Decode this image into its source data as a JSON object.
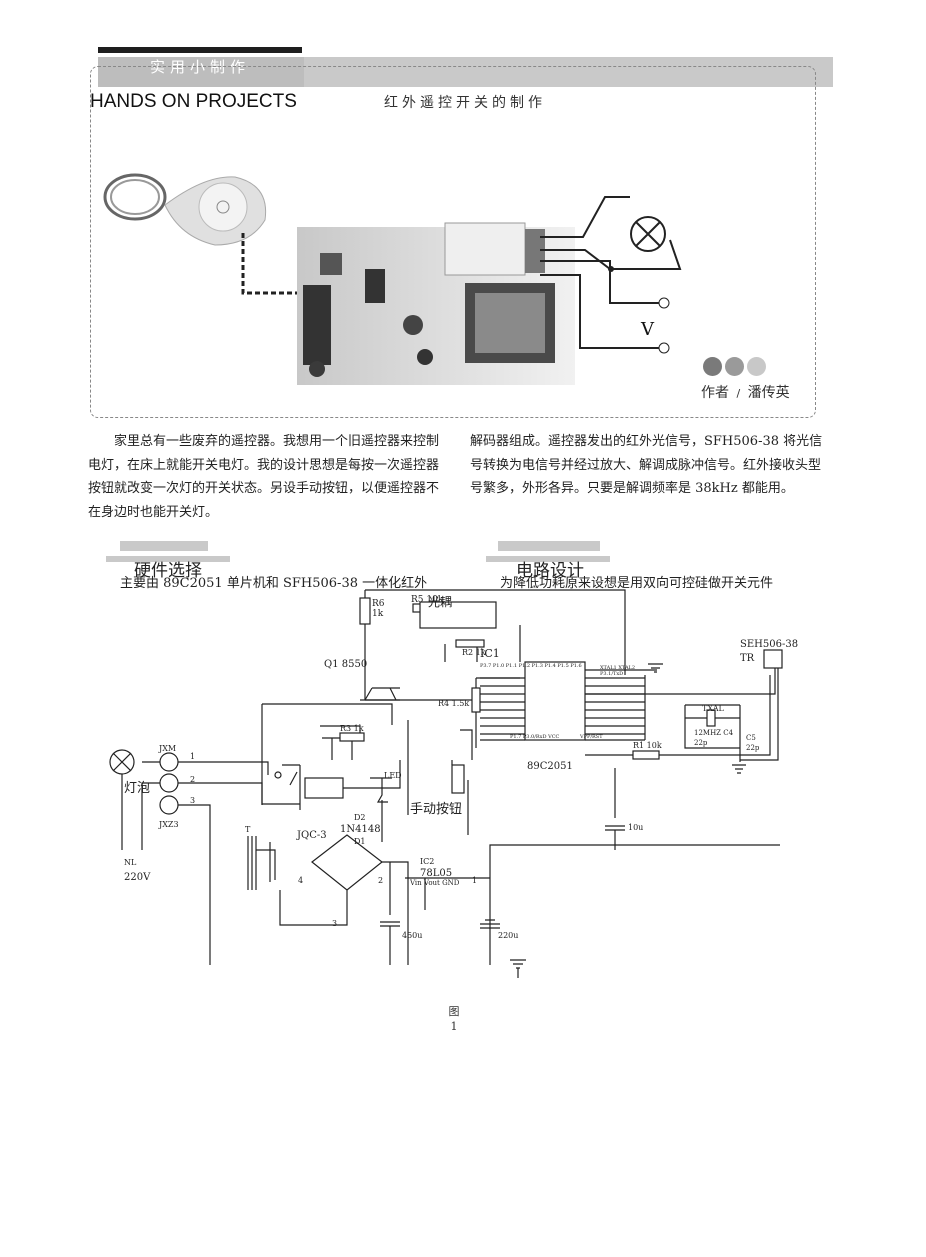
{
  "header": {
    "section_tag": "实用小制作",
    "series": "HANDS ON PROJECTS",
    "title": "红外遥控开关的制作",
    "author_label": "作者",
    "author_sep": "/",
    "author_name": "潘传英"
  },
  "photo_labels": {
    "voltage": "V"
  },
  "body": {
    "para_left": "家里总有一些废弃的遥控器。我想用一个旧遥控器来控制电灯，在床上就能开关电灯。我的设计思想是每按一次遥控器按钮就改变一次灯的开关状态。另设手动按钮，以便遥控器不在身边时也能开关灯。",
    "para_right": "解码器组成。遥控器发出的红外光信号，SFH506-38 将光信号转换为电信号并经过放大、解调成脉冲信号。红外接收头型号繁多，外形各异。只要是解调频率是 38kHz 都能用。"
  },
  "sections": {
    "hardware_title": "硬件选择",
    "hardware_line": "主要由 89C2051 单片机和 SFH506-38 一体化红外",
    "circuit_title": "电路设计",
    "circuit_line": "为降低功耗原来设想是用双向可控硅做开关元件"
  },
  "circuit": {
    "r6": "R6",
    "r6v": "1k",
    "r5": "R5 10k",
    "optocoupler": "光耦",
    "ic1": "IC1",
    "r2": "R2 1k",
    "q1": "Q1 8550",
    "r4": "R4 1.5k",
    "r3": "R3 1k",
    "led": "LED",
    "d2": "D2",
    "diode": "1N4148",
    "d1": "D1",
    "relay": "JQC-3",
    "manual": "手动按钮",
    "jxm": "JXM",
    "lamp": "灯泡",
    "jxz": "JXZ3",
    "t": "T",
    "nl": "NL",
    "v220": "220V",
    "pin1": "1",
    "pin2": "2",
    "pin3": "3",
    "ic2": "IC2",
    "reg": "78L05",
    "regpins": "Vin Vout GND",
    "mcu": "89C2051",
    "mcu_top": "P3.7 P1.0 P1.1 P1.2 P1.3 P1.4 P1.5 P1.6",
    "mcu_bottom": "P1.7 P3.0/RxD VCC",
    "mcu_right": "VPP/RST",
    "txd": "P3.1/TxD",
    "xtal_pins": "XTAL1 XTAL2",
    "sensor": "SEH506-38",
    "tr": "TR",
    "txal": "TXAL",
    "crystal": "12MHZ C4",
    "c4v": "22p",
    "c5": "C5",
    "c5v": "22p",
    "r1": "R1 10k",
    "c10": "10u",
    "c450": "450u",
    "c220": "220u",
    "bridge4": "4",
    "bridge3": "3",
    "bridge2": "2",
    "bridge1": "1"
  },
  "figure": {
    "label_char": "图",
    "label_num": "1"
  }
}
